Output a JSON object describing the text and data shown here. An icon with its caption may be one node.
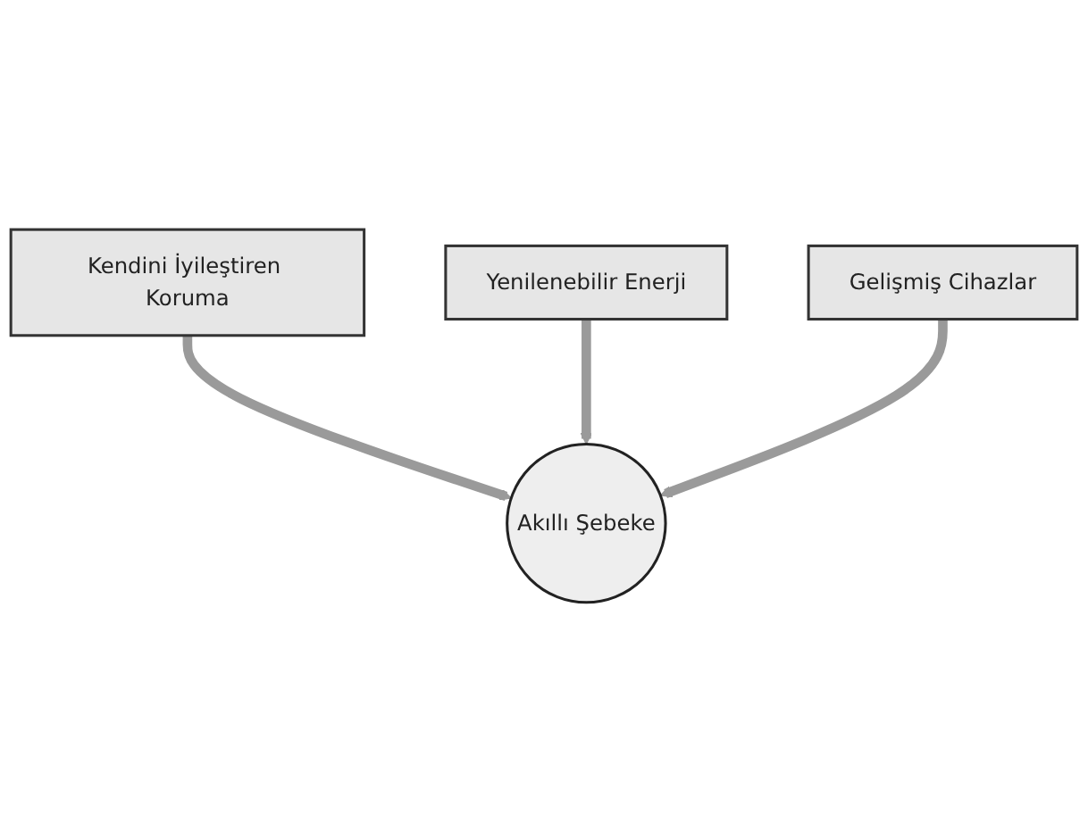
{
  "diagram": {
    "nodes": [
      {
        "text": [
          "Yenilenebilir Enerji"
        ]
      },
      {
        "text": [
          "Kendini İyileştiren Koruma"
        ]
      },
      {
        "text": [
          "Gelişmiş Cihazlar"
        ]
      },
      {
        "text": [
          "Akıllı Şebeke"
        ]
      }
    ],
    "edges": [
      {
        "from": 1,
        "to": 3,
        "arrow": "to"
      },
      {
        "from": 0,
        "to": 3,
        "arrow": "to"
      },
      {
        "from": 2,
        "to": 3,
        "arrow": "to"
      }
    ]
  }
}
